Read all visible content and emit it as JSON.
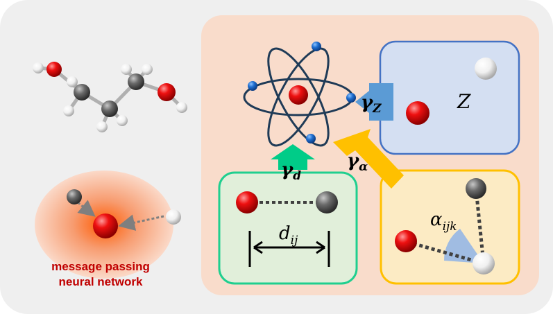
{
  "mpnn": {
    "caption_line1": "message passing",
    "caption_line2": "neural network"
  },
  "labels": {
    "z": "Z",
    "gamma_z": "γ",
    "gamma_z_sub": "Z",
    "gamma_d": "γ",
    "gamma_d_sub": "d",
    "gamma_alpha": "γ",
    "gamma_alpha_sub": "α",
    "distance": "d",
    "distance_sub": "ij",
    "angle": "α",
    "angle_sub": "ijk"
  },
  "colors": {
    "background": "#efefef",
    "main_panel": "#f9dccb",
    "z_box_fill": "#d4dff2",
    "z_box_border": "#4472c4",
    "d_box_fill": "#e1efda",
    "d_box_border": "#1fcf8f",
    "angle_box_fill": "#fcebc4",
    "angle_box_border": "#ffc000",
    "arrow_z": "#5b9bd5",
    "arrow_d": "#00cc88",
    "arrow_alpha": "#ffc000",
    "caption": "#c00000",
    "oxygen": "#e00000",
    "carbon": "#5a5a5a",
    "hydrogen": "#f2f2f2",
    "electron": "#1f6fd1"
  },
  "icons": [
    "atom-icon",
    "molecule-icon",
    "message-passing-icon"
  ]
}
